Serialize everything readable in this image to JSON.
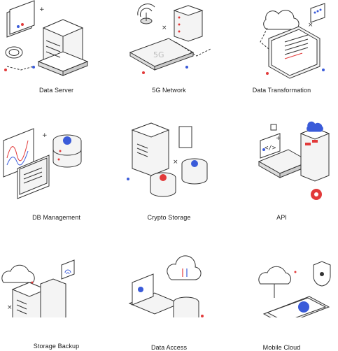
{
  "accent": {
    "blue": "#3a5bd9",
    "red": "#e23a3a",
    "line": "#333333",
    "fill": "#f2f2f2"
  },
  "icons": [
    {
      "icon": "data-server-icon",
      "label": "Data Server"
    },
    {
      "icon": "5g-network-icon",
      "label": "5G Network",
      "badge": "5G"
    },
    {
      "icon": "data-transformation-icon",
      "label": "Data Transformation"
    },
    {
      "icon": "db-management-icon",
      "label": "DB Management"
    },
    {
      "icon": "crypto-storage-icon",
      "label": "Crypto Storage"
    },
    {
      "icon": "api-icon",
      "label": "API",
      "badge": "</>"
    },
    {
      "icon": "storage-backup-icon",
      "label": "Storage Backup"
    },
    {
      "icon": "data-access-icon",
      "label": "Data Access"
    },
    {
      "icon": "mobile-cloud-icon",
      "label": "Mobile Cloud"
    }
  ]
}
